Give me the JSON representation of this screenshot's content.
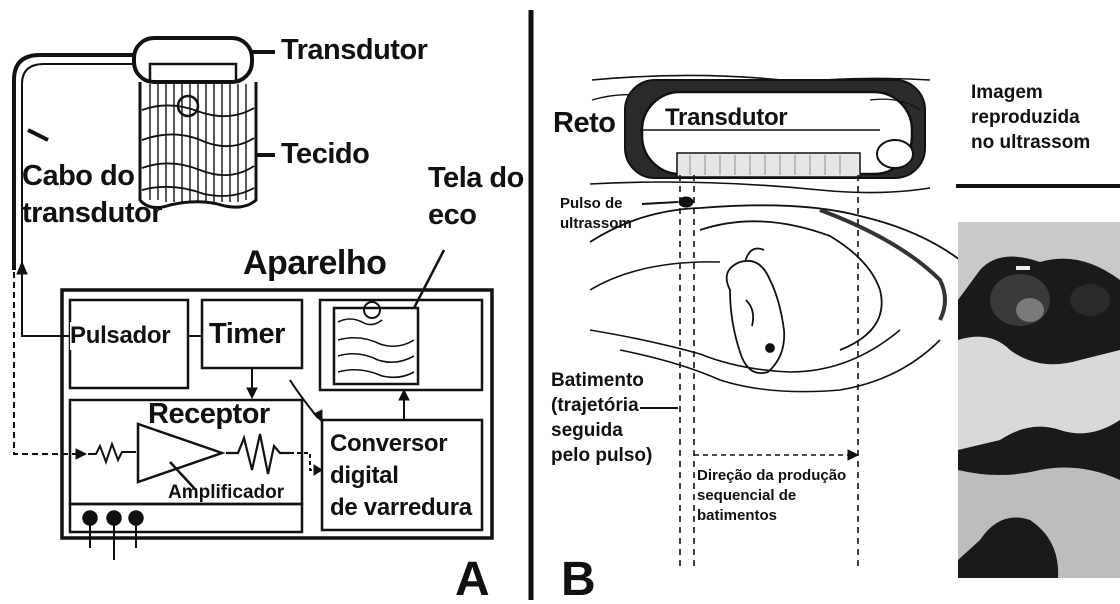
{
  "panel_a": {
    "letter": "A",
    "labels": {
      "transdutor": "Transdutor",
      "tecido": "Tecido",
      "cabo": "Cabo do\ntransdutor",
      "tela": "Tela do\neco",
      "aparelho": "Aparelho",
      "pulsador": "Pulsador",
      "timer": "Timer",
      "receptor": "Receptor",
      "amplificador": "Amplificador",
      "conversor": "Conversor\ndigital\nde varredura"
    }
  },
  "panel_b": {
    "letter": "B",
    "labels": {
      "reto": "Reto",
      "transdutor": "Transdutor",
      "pulso": "Pulso de\nultrassom",
      "batimento": "Batimento\n(trajetória\nseguida\npelo pulso)",
      "direcao": "Direção da produção\nsequencial de\nbatimentos",
      "imagem": "Imagem\nreproduzida\nno ultrassom"
    }
  },
  "colors": {
    "ink": "#111111",
    "background": "#ffffff",
    "ultrasound_dark": "#1a1a1a",
    "ultrasound_light": "#d9d9d9"
  }
}
